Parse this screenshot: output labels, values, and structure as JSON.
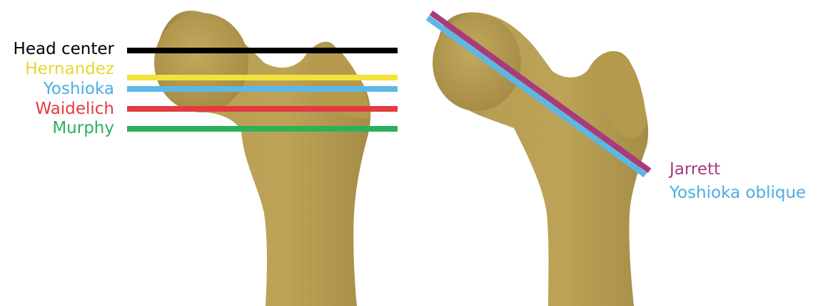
{
  "left_panel": {
    "bone": "proximal femur, anterior view",
    "lines": [
      {
        "id": "head-center",
        "label": "Head center",
        "color": "#000000"
      },
      {
        "id": "hernandez",
        "label": "Hernandez",
        "color": "#f2e33a"
      },
      {
        "id": "yoshioka",
        "label": "Yoshioka",
        "color": "#5bb8e6"
      },
      {
        "id": "waidelich",
        "label": "Waidelich",
        "color": "#e53a3f"
      },
      {
        "id": "murphy",
        "label": "Murphy",
        "color": "#2cb15a"
      }
    ]
  },
  "right_panel": {
    "bone": "proximal femur, lateral view",
    "lines": [
      {
        "id": "jarrett",
        "label": "Jarrett",
        "color": "#a83b7e"
      },
      {
        "id": "yoshioka-oblique",
        "label": "Yoshioka oblique",
        "color": "#5bb8e6"
      }
    ]
  },
  "bone_color": "#b59a4e"
}
